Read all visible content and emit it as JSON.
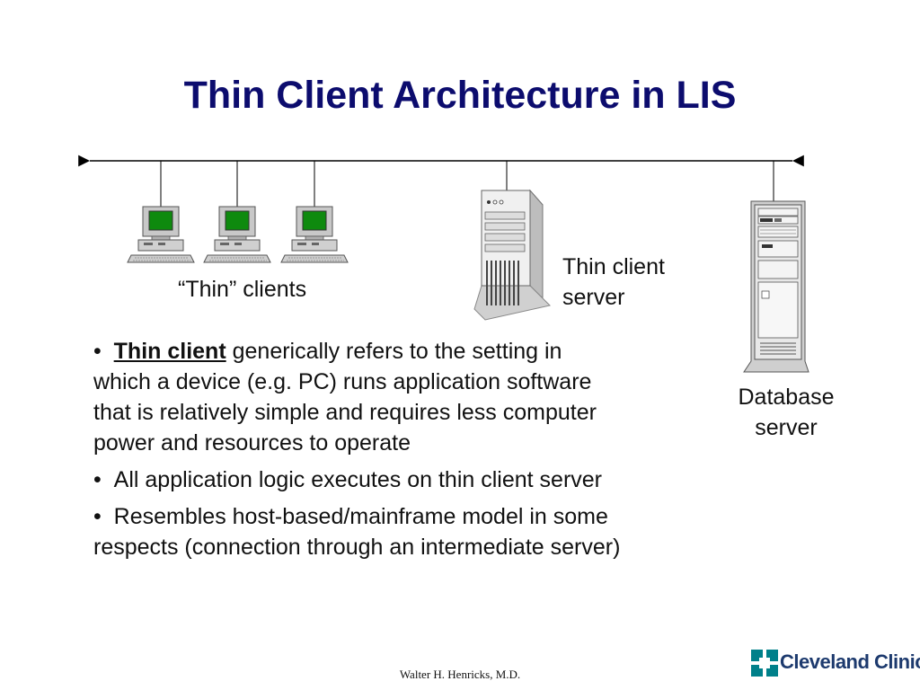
{
  "slide": {
    "title": "Thin Client Architecture in LIS"
  },
  "diagram": {
    "clients_label": "“Thin” clients",
    "thin_server_label": [
      "Thin client",
      "server"
    ],
    "db_server_label": [
      "Database",
      "server"
    ],
    "screen_color": "#0e8a0e",
    "network_line_color": "#000000"
  },
  "bullets": [
    {
      "term": "Thin client",
      "text": " generically refers to the setting in which a device (e.g. PC) runs application software that is relatively simple and requires less computer power and resources to operate"
    },
    {
      "term": "",
      "text": "All application logic executes on thin client server"
    },
    {
      "term": "",
      "text": "Resembles host-based/mainframe model in some respects (connection through an intermediate server)"
    }
  ],
  "footer": {
    "author": "Walter H. Henricks, M.D.",
    "logo_text": "Cleveland Clinic",
    "logo_color": "#00808a"
  }
}
